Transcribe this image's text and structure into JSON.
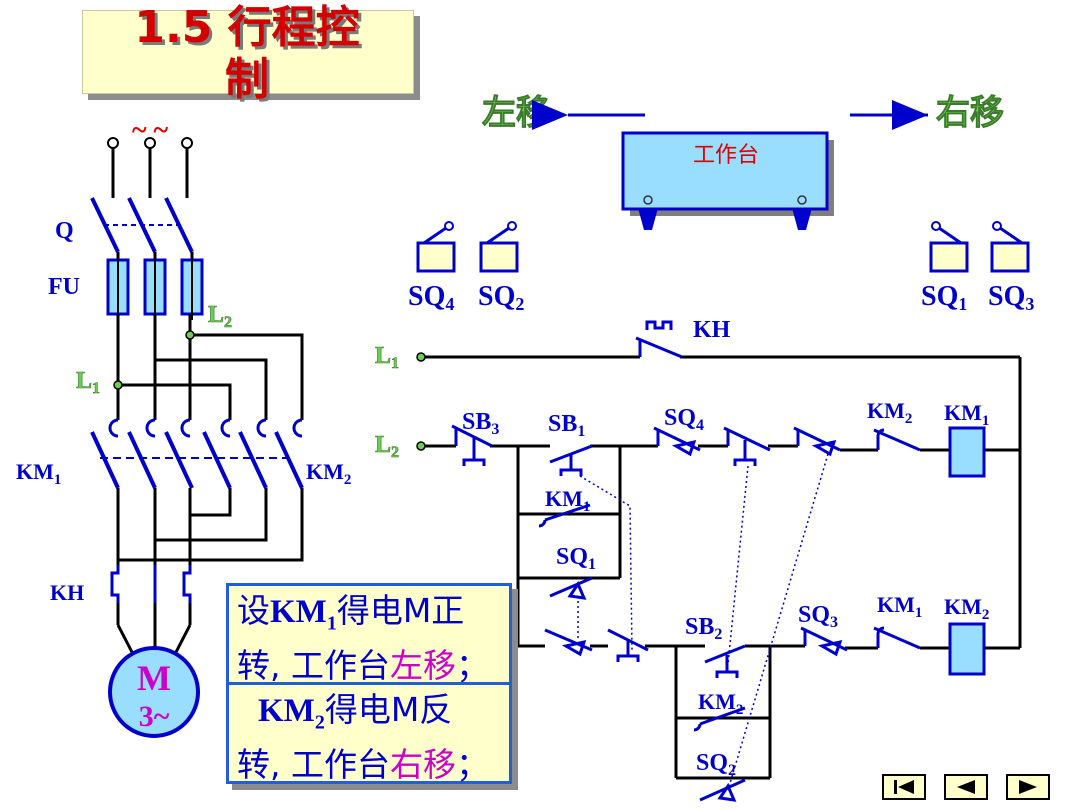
{
  "title": {
    "line1": "1.5 行程控",
    "line2": "制"
  },
  "supply_symbol": "~ ~",
  "labels": {
    "q": "Q",
    "fu": "FU",
    "km1": "KM",
    "km2": "KM",
    "kh_main": "KH",
    "kh_ctrl": "KH",
    "l1": "L",
    "l2": "L",
    "motor_m": "M",
    "motor_3": "3~"
  },
  "table_area": {
    "left_move": "左移",
    "right_move": "右移",
    "workbench": "工作台",
    "sq4": "SQ",
    "sq2": "SQ",
    "sq1": "SQ",
    "sq3": "SQ"
  },
  "control": {
    "sb3": "SB",
    "sb1": "SB",
    "sq4": "SQ",
    "km2_nc": "KM",
    "km1_coil": "KM",
    "km1_hold": "KM",
    "sq1": "SQ",
    "sb2": "SB",
    "sq3": "SQ",
    "km1_nc": "KM",
    "km2_coil": "KM",
    "km2_hold": "KM",
    "sq2": "SQ"
  },
  "notes": {
    "note1_prefix": "设",
    "note1_km": "KM",
    "note1_sub": "1",
    "note1_mid": "得电M正",
    "note1_line2_a": "转, 工作台",
    "note1_line2_hl": "左移",
    "note1_line2_end": "；",
    "note2_km": "KM",
    "note2_sub": "2",
    "note2_mid": "得电M反",
    "note2_line2_a": "转, 工作台",
    "note2_line2_hl": "右移",
    "note2_line2_end": "；"
  },
  "nav": {
    "first": "first-slide",
    "prev": "previous-slide",
    "next": "next-slide"
  },
  "colors": {
    "wire": "#000000",
    "device": "#0000cc",
    "title": "#d40000",
    "green": "#6ccf52",
    "note_bg": "#ffffcc",
    "highlight": "#cc00cc",
    "motor_fill": "#99ddff"
  }
}
